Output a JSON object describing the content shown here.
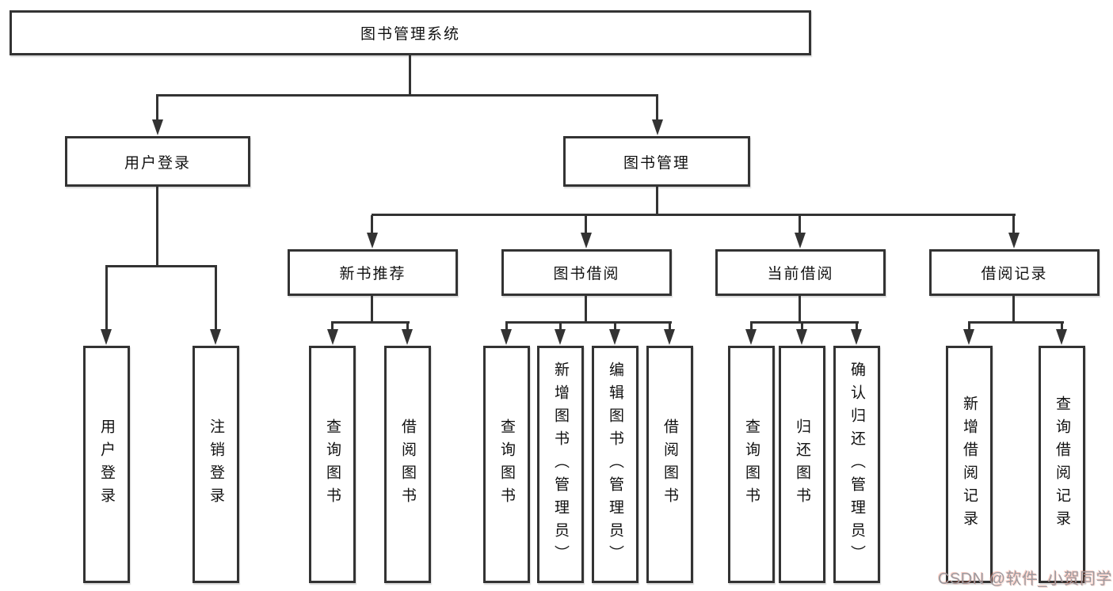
{
  "diagram": {
    "root": "图书管理系统",
    "level2": [
      "用户登录",
      "图书管理"
    ],
    "level3": [
      "新书推荐",
      "图书借阅",
      "当前借阅",
      "借阅记录"
    ],
    "leaves": [
      "用户登录",
      "注销登录",
      "查询图书",
      "借阅图书",
      "查询图书",
      "新增图书（管理员）",
      "编辑图书（管理员）",
      "借阅图书",
      "查询图书",
      "归还图书",
      "确认归还（管理员）",
      "新增借阅记录",
      "查询借阅记录"
    ]
  },
  "watermark": {
    "text": "CSDN @软件_小贺同学"
  },
  "colors": {
    "box_border": "#333333",
    "box_fill": "#ffffff",
    "line": "#333333",
    "text": "#111111",
    "watermark_text": "#9b9ba1",
    "watermark_accent": "#fc5531"
  }
}
